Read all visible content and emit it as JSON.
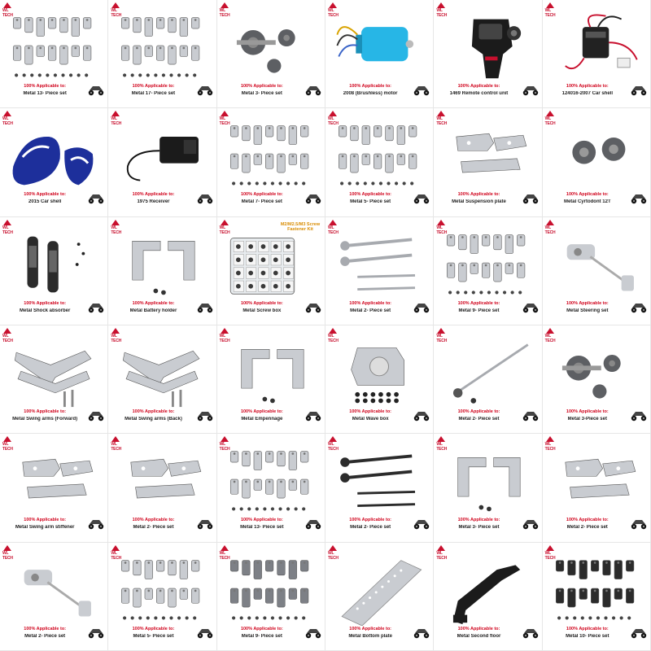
{
  "grid": {
    "columns": 6,
    "rows": 6,
    "cells": [
      {
        "applicable": "100% Applicable to:",
        "caption": "Metal 13- Piece set",
        "product_icon": "parts-set-icon",
        "color": "#c9ccd1"
      },
      {
        "applicable": "100% Applicable to:",
        "caption": "Metal 17- Piece set",
        "product_icon": "parts-set-icon",
        "color": "#c9ccd1"
      },
      {
        "applicable": "100% Applicable to:",
        "caption": "Metal 3- Piece set",
        "product_icon": "differential-icon",
        "color": "#5d5f63"
      },
      {
        "applicable": "100% Applicable to:",
        "caption": "2008 (Brushless) motor",
        "product_icon": "motor-icon",
        "color": "#27b6e6"
      },
      {
        "applicable": "100% Applicable to:",
        "caption": "1469 Remote control unit",
        "product_icon": "remote-control-icon",
        "color": "#1b1b1b"
      },
      {
        "applicable": "100% Applicable to:",
        "caption": "124016-2007 Car shell",
        "product_icon": "esc-icon",
        "color": "#222222"
      },
      {
        "applicable": "100% Applicable to:",
        "caption": "2015 Car shell",
        "product_icon": "car-shell-icon",
        "color": "#1d2f9b"
      },
      {
        "applicable": "100% Applicable to:",
        "caption": "1975 Receiver",
        "product_icon": "receiver-icon",
        "color": "#1b1b1b"
      },
      {
        "applicable": "100% Applicable to:",
        "caption": "Metal 7- Piece set",
        "product_icon": "parts-set-icon",
        "color": "#c9ccd1"
      },
      {
        "applicable": "100% Applicable to:",
        "caption": "Metal 5- Piece set",
        "product_icon": "parts-set-icon",
        "color": "#c9ccd1"
      },
      {
        "applicable": "100% Applicable to:",
        "caption": "Metal Suspension plate",
        "product_icon": "plate-icon",
        "color": "#c9ccd1"
      },
      {
        "applicable": "100% Applicable to:",
        "caption": "Metal Cyrtodont 12T",
        "product_icon": "gear-icon",
        "color": "#5d5f63"
      },
      {
        "applicable": "100% Applicable to:",
        "caption": "Metal Shock absorber",
        "product_icon": "shock-absorber-icon",
        "color": "#2b2b2b"
      },
      {
        "applicable": "100% Applicable to:",
        "caption": "Metal Battery holder",
        "product_icon": "bracket-icon",
        "color": "#c9ccd1"
      },
      {
        "applicable": "100% Applicable to:",
        "caption": "Metal Screw box",
        "product_icon": "screw-box-icon",
        "color": "#3a3a3a",
        "note": "M2/M2.5/M3 Screw Fastener Kit"
      },
      {
        "applicable": "100% Applicable to:",
        "caption": "Metal 2- Piece set",
        "product_icon": "drive-shaft-icon",
        "color": "#a7aaaf"
      },
      {
        "applicable": "100% Applicable to:",
        "caption": "Metal 9- Piece set",
        "product_icon": "parts-set-icon",
        "color": "#c9ccd1"
      },
      {
        "applicable": "100% Applicable to:",
        "caption": "Metal Steering set",
        "product_icon": "steering-icon",
        "color": "#c9ccd1"
      },
      {
        "applicable": "100% Applicable to:",
        "caption": "Metal Swing arms (Forward)",
        "product_icon": "swing-arm-icon",
        "color": "#c9ccd1"
      },
      {
        "applicable": "100% Applicable to:",
        "caption": "Metal Swing arms (Back)",
        "product_icon": "swing-arm-icon",
        "color": "#c9ccd1"
      },
      {
        "applicable": "100% Applicable to:",
        "caption": "Metal Empennage",
        "product_icon": "bracket-icon",
        "color": "#c9ccd1"
      },
      {
        "applicable": "100% Applicable to:",
        "caption": "Metal Wave box",
        "product_icon": "gearbox-icon",
        "color": "#c9ccd1"
      },
      {
        "applicable": "100% Applicable to:",
        "caption": "Metal 2- Piece set",
        "product_icon": "long-shaft-icon",
        "color": "#a7aaaf"
      },
      {
        "applicable": "100% Applicable to:",
        "caption": "Metal 3-Piece set",
        "product_icon": "differential-icon",
        "color": "#5d5f63"
      },
      {
        "applicable": "100% Applicable to:",
        "caption": "Metal Swing arm stiffener",
        "product_icon": "plate-icon",
        "color": "#c9ccd1"
      },
      {
        "applicable": "100% Applicable to:",
        "caption": "Metal 2- Piece set",
        "product_icon": "plate-icon",
        "color": "#c9ccd1"
      },
      {
        "applicable": "100% Applicable to:",
        "caption": "Metal 13- Piece set",
        "product_icon": "parts-set-icon",
        "color": "#c9ccd1"
      },
      {
        "applicable": "100% Applicable to:",
        "caption": "Metal 2- Piece set",
        "product_icon": "drive-shaft-icon",
        "color": "#2b2b2b"
      },
      {
        "applicable": "100% Applicable to:",
        "caption": "Metal 3- Piece set",
        "product_icon": "bracket-icon",
        "color": "#c9ccd1"
      },
      {
        "applicable": "100% Applicable to:",
        "caption": "Metal 2- Piece set",
        "product_icon": "plate-icon",
        "color": "#c9ccd1"
      },
      {
        "applicable": "100% Applicable to:",
        "caption": "Metal 2- Piece set",
        "product_icon": "steering-icon",
        "color": "#c9ccd1"
      },
      {
        "applicable": "100% Applicable to:",
        "caption": "Metal 5- Piece set",
        "product_icon": "parts-set-icon",
        "color": "#c9ccd1"
      },
      {
        "applicable": "100% Applicable to:",
        "caption": "Metal 9- Piece set",
        "product_icon": "parts-set-icon",
        "color": "#7d8086"
      },
      {
        "applicable": "100% Applicable to:",
        "caption": "Metal Bottom plate",
        "product_icon": "chassis-plate-icon",
        "color": "#c9ccd1"
      },
      {
        "applicable": "100% Applicable to:",
        "caption": "Metal Second floor",
        "product_icon": "second-floor-icon",
        "color": "#1b1b1b"
      },
      {
        "applicable": "100% Applicable to:",
        "caption": "Metal 10- Piece set",
        "product_icon": "parts-set-icon",
        "color": "#2b2b2b"
      }
    ]
  },
  "brand": {
    "logo_text": "WL TECH",
    "logo_icon": "brand-logo-icon",
    "color": "#c8102e"
  },
  "badge": {
    "icon": "rc-car-icon"
  }
}
